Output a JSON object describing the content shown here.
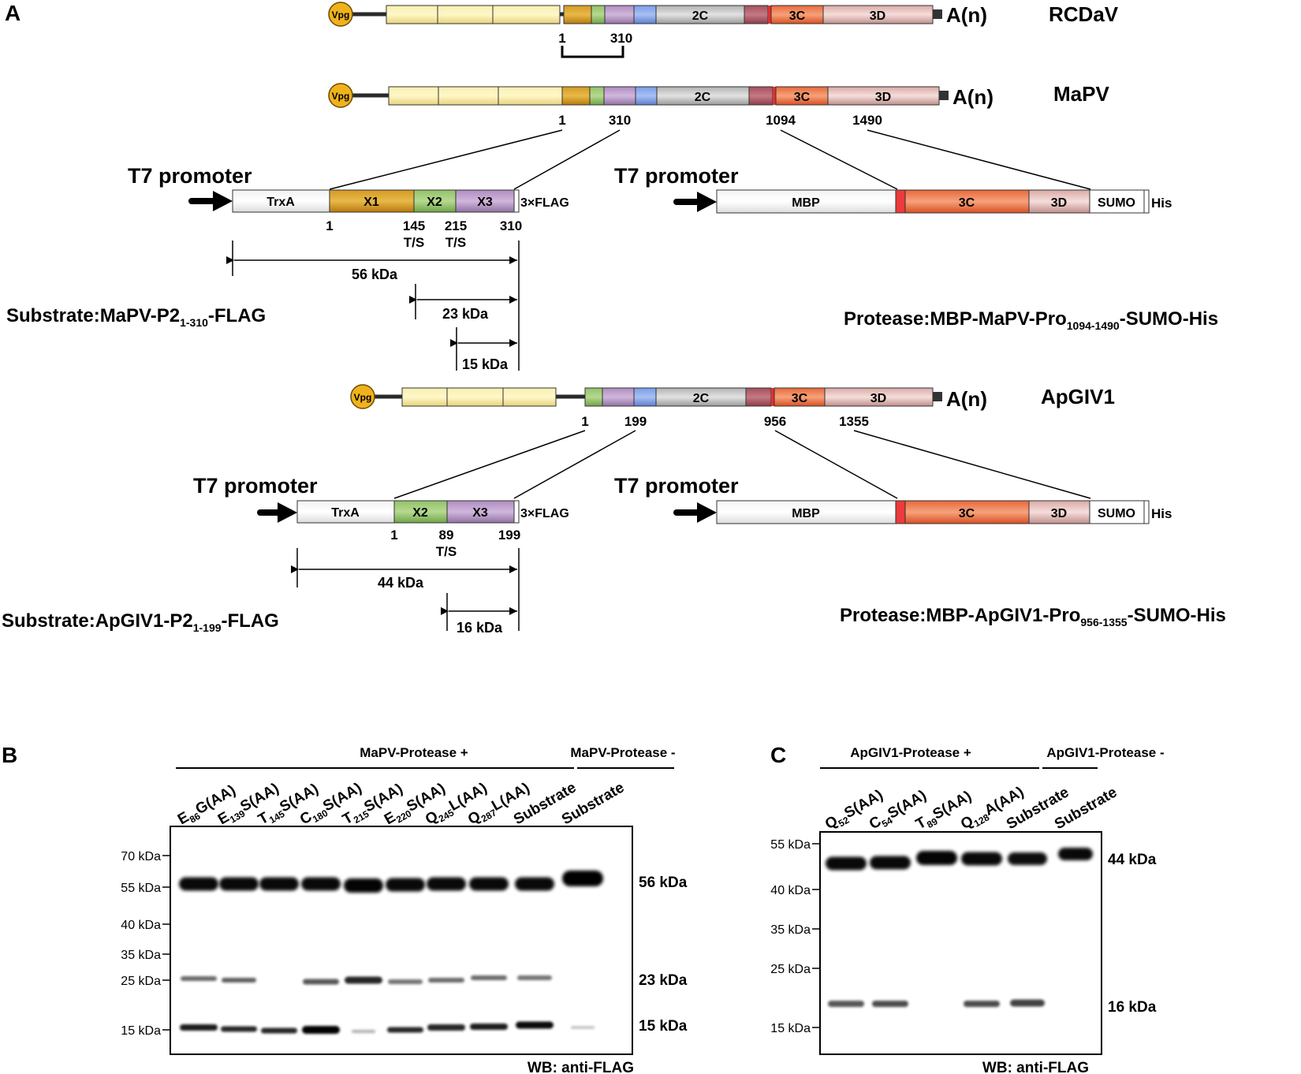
{
  "panels": {
    "a": "A",
    "b": "B",
    "c": "C"
  },
  "genome_segments": {
    "vpg": "Vpg",
    "polyA": "A(n)",
    "s2c": "2C",
    "s3c": "3C",
    "s3d": "3D"
  },
  "rcdav": {
    "name": "RCDaV",
    "pos1": "1",
    "pos310": "310"
  },
  "mapv": {
    "name": "MaPV",
    "pos1": "1",
    "pos310": "310",
    "pos1094": "1094",
    "pos1490": "1490"
  },
  "apgiv1": {
    "name": "ApGIV1",
    "pos1": "1",
    "pos199": "199",
    "pos956": "956",
    "pos1355": "1355"
  },
  "constructs": {
    "t7": "T7 promoter",
    "trxa": "TrxA",
    "x1": "X1",
    "x2": "X2",
    "x3": "X3",
    "flag": "3×FLAG",
    "mbp": "MBP",
    "sumo": "SUMO",
    "his": "His",
    "ts": "T/S",
    "mapv_sub": {
      "p1": "1",
      "p145": "145",
      "p215": "215",
      "p310": "310"
    },
    "apgiv_sub": {
      "p1": "1",
      "p89": "89",
      "p199": "199"
    }
  },
  "sizes": {
    "k56": "56 kDa",
    "k23": "23 kDa",
    "k15": "15 kDa",
    "k44": "44 kDa",
    "k16": "16 kDa"
  },
  "labels": {
    "sub_mapv": {
      "pre": "Substrate:MaPV-P2",
      "sub": "1-310",
      "post": "-FLAG"
    },
    "prot_mapv": {
      "pre": "Protease:MBP-MaPV-Pro",
      "sub": "1094-1490",
      "post": "-SUMO-His"
    },
    "sub_apgiv": {
      "pre": "Substrate:ApGIV1-P2",
      "sub": "1-199",
      "post": "-FLAG"
    },
    "prot_apgiv": {
      "pre": "Protease:MBP-ApGIV1-Pro",
      "sub": "956-1355",
      "post": "-SUMO-His"
    }
  },
  "blot_b": {
    "header_plus": "MaPV-Protease +",
    "header_minus": "MaPV-Protease -",
    "lanes": [
      {
        "a": "E",
        "s": "86",
        "b": "G(AA)"
      },
      {
        "a": "E",
        "s": "139",
        "b": "S(AA)"
      },
      {
        "a": "T",
        "s": "145",
        "b": "S(AA)"
      },
      {
        "a": "C",
        "s": "180",
        "b": "S(AA)"
      },
      {
        "a": "T",
        "s": "215",
        "b": "S(AA)"
      },
      {
        "a": "E",
        "s": "220",
        "b": "S(AA)"
      },
      {
        "a": "Q",
        "s": "245",
        "b": "L(AA)"
      },
      {
        "a": "Q",
        "s": "287",
        "b": "L(AA)"
      },
      {
        "a": "Substrate",
        "s": "",
        "b": ""
      },
      {
        "a": "Substrate",
        "s": "",
        "b": ""
      }
    ],
    "ladder": [
      {
        "label": "70 kDa",
        "kda": 70
      },
      {
        "label": "55 kDa",
        "kda": 55
      },
      {
        "label": "40 kDa",
        "kda": 40
      },
      {
        "label": "35 kDa",
        "kda": 35
      },
      {
        "label": "25 kDa",
        "kda": 25
      },
      {
        "label": "15 kDa",
        "kda": 15
      }
    ],
    "band_labels": [
      "56 kDa",
      "23 kDa",
      "15 kDa"
    ],
    "wb": "WB: anti-FLAG"
  },
  "blot_c": {
    "header_plus": "ApGIV1-Protease +",
    "header_minus": "ApGIV1-Protease -",
    "lanes": [
      {
        "a": "Q",
        "s": "52",
        "b": "S(AA)"
      },
      {
        "a": "C",
        "s": "54",
        "b": "S(AA)"
      },
      {
        "a": "T",
        "s": "89",
        "b": "S(AA)"
      },
      {
        "a": "Q",
        "s": "128",
        "b": "A(AA)"
      },
      {
        "a": "Substrate",
        "s": "",
        "b": ""
      },
      {
        "a": "Substrate",
        "s": "",
        "b": ""
      }
    ],
    "ladder": [
      {
        "label": "55 kDa",
        "kda": 55
      },
      {
        "label": "40 kDa",
        "kda": 40
      },
      {
        "label": "35 kDa",
        "kda": 35
      },
      {
        "label": "25 kDa",
        "kda": 25
      },
      {
        "label": "15 kDa",
        "kda": 15
      }
    ],
    "band_labels": [
      "44 kDa",
      "16 kDa"
    ],
    "wb": "WB: anti-FLAG"
  }
}
